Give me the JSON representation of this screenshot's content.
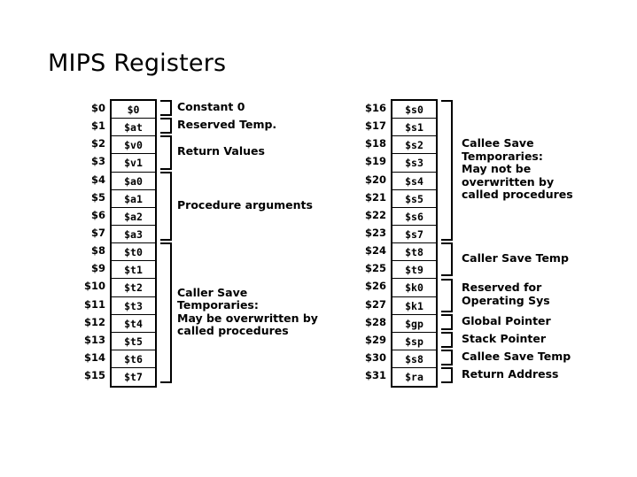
{
  "slide": {
    "title": "MIPS Registers"
  },
  "diagram": {
    "type": "register-file-table",
    "columns": [
      {
        "id": "low",
        "side": "left",
        "numbers": [
          "$0",
          "$1",
          "$2",
          "$3",
          "$4",
          "$5",
          "$6",
          "$7",
          "$8",
          "$9",
          "$10",
          "$11",
          "$12",
          "$13",
          "$14",
          "$15"
        ],
        "names": [
          "$0",
          "$at",
          "$v0",
          "$v1",
          "$a0",
          "$a1",
          "$a2",
          "$a3",
          "$t0",
          "$t1",
          "$t2",
          "$t3",
          "$t4",
          "$t5",
          "$t6",
          "$t7"
        ],
        "groups": [
          {
            "start": 0,
            "count": 1,
            "label": "Constant 0"
          },
          {
            "start": 1,
            "count": 1,
            "label": "Reserved Temp."
          },
          {
            "start": 2,
            "count": 2,
            "label": "Return Values"
          },
          {
            "start": 4,
            "count": 4,
            "label": "Procedure arguments"
          },
          {
            "start": 8,
            "count": 8,
            "label": "Caller Save\nTemporaries:\nMay be overwritten by\ncalled procedures"
          }
        ]
      },
      {
        "id": "high",
        "side": "right",
        "numbers": [
          "$16",
          "$17",
          "$18",
          "$19",
          "$20",
          "$21",
          "$22",
          "$23",
          "$24",
          "$25",
          "$26",
          "$27",
          "$28",
          "$29",
          "$30",
          "$31"
        ],
        "names": [
          "$s0",
          "$s1",
          "$s2",
          "$s3",
          "$s4",
          "$s5",
          "$s6",
          "$s7",
          "$t8",
          "$t9",
          "$k0",
          "$k1",
          "$gp",
          "$sp",
          "$s8",
          "$ra"
        ],
        "groups": [
          {
            "start": 0,
            "count": 8,
            "label": "Callee Save\nTemporaries:\nMay not be\noverwritten by\ncalled procedures"
          },
          {
            "start": 8,
            "count": 2,
            "label": "Caller Save Temp"
          },
          {
            "start": 10,
            "count": 2,
            "label": "Reserved for\nOperating Sys"
          },
          {
            "start": 12,
            "count": 1,
            "label": "Global Pointer"
          },
          {
            "start": 13,
            "count": 1,
            "label": "Stack Pointer"
          },
          {
            "start": 14,
            "count": 1,
            "label": "Callee Save Temp"
          },
          {
            "start": 15,
            "count": 1,
            "label": "Return Address"
          }
        ]
      }
    ]
  },
  "colors": {
    "background": "#ffffff",
    "ink": "#000000"
  }
}
